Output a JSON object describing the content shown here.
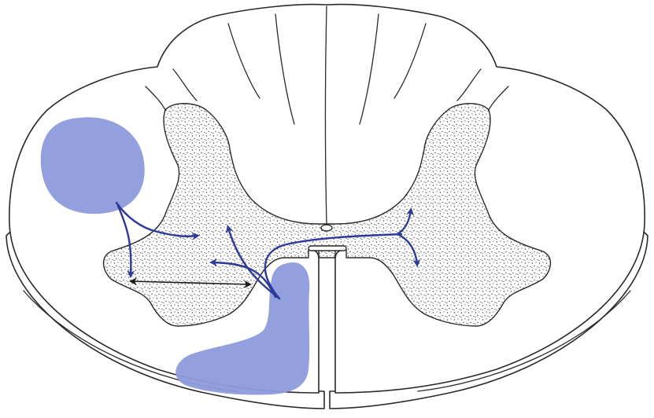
{
  "diagram": {
    "subject": "spinal-cord-cross-section",
    "colors": {
      "lesion": "#8e9bdc",
      "arrow": "#2d3a9a",
      "outline": "#2a2a2a",
      "background": "#ffffff"
    },
    "regions": [
      "white-matter",
      "grey-matter-butterfly",
      "dorsal-columns",
      "central-canal",
      "anterior-median-fissure"
    ],
    "lesions": [
      "lateral-corticospinal-lesion",
      "anterior-lesion"
    ],
    "arrows": [
      "lateral-to-dorsal-horn-arrow",
      "lateral-to-ventral-horn-arrow",
      "anterior-up-arrow",
      "anterior-left-arrow",
      "commissural-crossing-arrow",
      "right-horn-upper-arrow",
      "right-horn-lower-arrow",
      "ventral-horn-double-arrow"
    ]
  }
}
